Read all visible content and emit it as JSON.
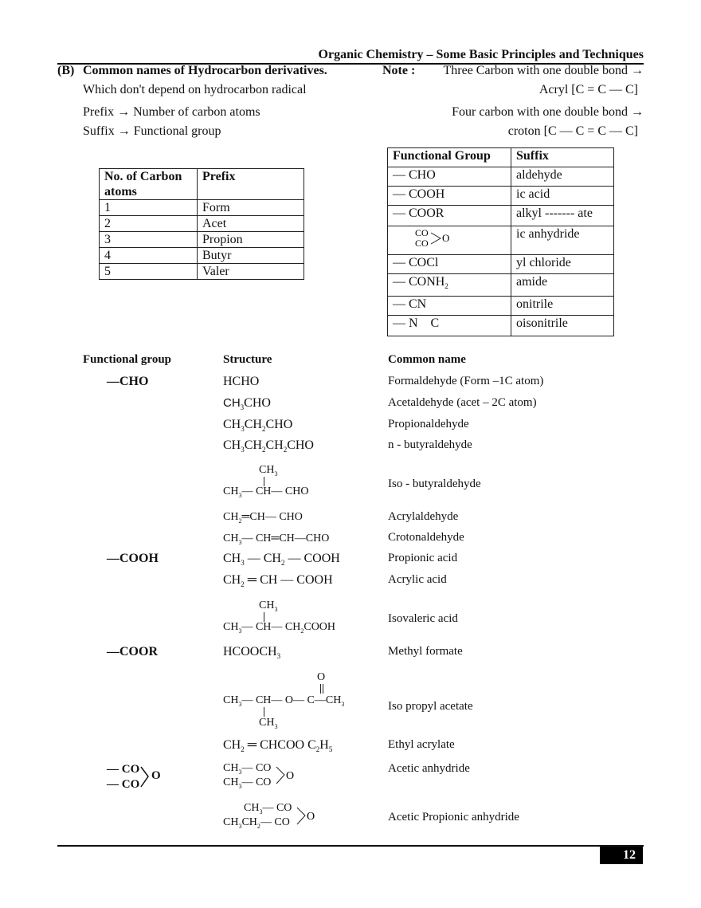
{
  "header": {
    "title": "Organic Chemistry – Some Basic Principles and Techniques"
  },
  "section_b": {
    "label": "(B)",
    "heading": "Common names of Hydrocarbon derivatives.",
    "line1": "Which don't depend on hydrocarbon radical",
    "prefix_line": "Prefix → Number of carbon atoms",
    "suffix_line": "Suffix → Functional group"
  },
  "note": {
    "label": "Note :",
    "line1": "Three Carbon with one double bond →",
    "line2": "Acryl [C = C — C]",
    "line3": "Four carbon with one double bond →",
    "line4": "croton [C — C = C — C]"
  },
  "prefix_table": {
    "headers": [
      "No. of Carbon atoms",
      "Prefix"
    ],
    "rows": [
      [
        "1",
        "Form"
      ],
      [
        "2",
        "Acet"
      ],
      [
        "3",
        "Propion"
      ],
      [
        "4",
        "Butyr"
      ],
      [
        "5",
        "Valer"
      ]
    ]
  },
  "suffix_table": {
    "headers": [
      "Functional Group",
      "Suffix"
    ],
    "rows": [
      [
        "— CHO",
        "aldehyde"
      ],
      [
        "— COOH",
        "ic acid"
      ],
      [
        "— COOR",
        "alkyl ------- ate"
      ],
      [
        "CO CO > O",
        "ic anhydride"
      ],
      [
        "— COCl",
        "yl chloride"
      ],
      [
        "— CONH2",
        "amide"
      ],
      [
        "— CN",
        "onitrile"
      ],
      [
        "— N    C",
        "oisonitrile"
      ]
    ]
  },
  "list": {
    "headers": [
      "Functional group",
      "Structure",
      "Common name"
    ],
    "groups": {
      "cho": "—CHO",
      "cooh": "—COOH",
      "coor": "—COOR",
      "anh1": "— CO",
      "anh2": "— CO",
      "anh_o": "O"
    },
    "names": [
      "Formaldehyde (Form –1C atom)",
      "Acetaldehyde (acet – 2C atom)",
      "Propionaldehyde",
      "n - butyraldehyde",
      "Iso - butyraldehyde",
      "Acrylaldehyde",
      "Crotonaldehyde",
      "Propionic acid",
      "Acrylic acid",
      "Isovaleric acid",
      "Methyl formate",
      "Iso propyl acetate",
      "Ethyl acrylate",
      "Acetic anhydride",
      "Acetic Propionic anhydride"
    ]
  },
  "page_number": "12"
}
